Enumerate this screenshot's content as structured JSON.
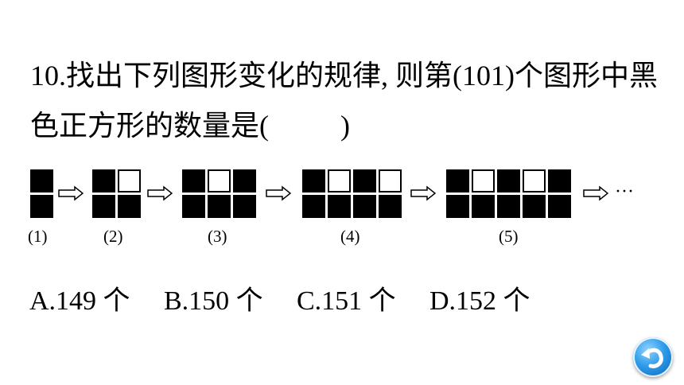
{
  "question": {
    "line1": "10.找出下列图形变化的规律, 则第(101)个图形中黑",
    "line2": "色正方形的数量是(          )"
  },
  "figures": [
    {
      "label": "(1)",
      "columns": [
        [
          "black",
          "black"
        ]
      ]
    },
    {
      "label": "(2)",
      "columns": [
        [
          "black",
          "black"
        ],
        [
          "white",
          "black"
        ]
      ]
    },
    {
      "label": "(3)",
      "columns": [
        [
          "black",
          "black"
        ],
        [
          "white",
          "black"
        ],
        [
          "black",
          "black"
        ]
      ]
    },
    {
      "label": "(4)",
      "columns": [
        [
          "black",
          "black"
        ],
        [
          "white",
          "black"
        ],
        [
          "black",
          "black"
        ],
        [
          "white",
          "black"
        ]
      ]
    },
    {
      "label": "(5)",
      "columns": [
        [
          "black",
          "black"
        ],
        [
          "white",
          "black"
        ],
        [
          "black",
          "black"
        ],
        [
          "white",
          "black"
        ],
        [
          "black",
          "black"
        ]
      ]
    }
  ],
  "ellipsis": "···",
  "options": [
    {
      "label": "A.149 个"
    },
    {
      "label": "B.150 个"
    },
    {
      "label": "C.151 个"
    },
    {
      "label": "D.152 个"
    }
  ],
  "back_button": {
    "icon": "back-arrow-icon",
    "color": "#2d9be8"
  }
}
